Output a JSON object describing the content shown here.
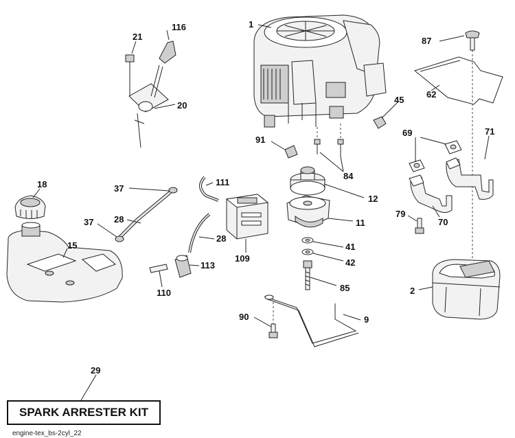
{
  "labels": {
    "engine": "1",
    "muffler": "2",
    "belt_guide": "9",
    "clutch": "11",
    "pulley": "12",
    "fuel_tank": "15",
    "fuel_cap": "18",
    "control": "20",
    "bolt_21": "21",
    "hose_28a": "28",
    "hose_28b": "28",
    "spark_kit": "29",
    "clamp_37a": "37",
    "clamp_37b": "37",
    "washer_41": "41",
    "washer_42": "42",
    "nut_45": "45",
    "heat_shield": "62",
    "exhaust_69": "69",
    "exhaust_70": "70",
    "exhaust_71": "71",
    "screw_79": "79",
    "bolt_84": "84",
    "bolt_85": "85",
    "screw_87": "87",
    "bolt_90": "90",
    "plug_91": "91",
    "filter_109": "109",
    "connector_110": "110",
    "hose_111": "111",
    "valve_113": "113",
    "knob_116": "116"
  },
  "kit_label": "SPARK ARRESTER KIT",
  "footer_code": "engine-tex_bs-2cyl_22"
}
